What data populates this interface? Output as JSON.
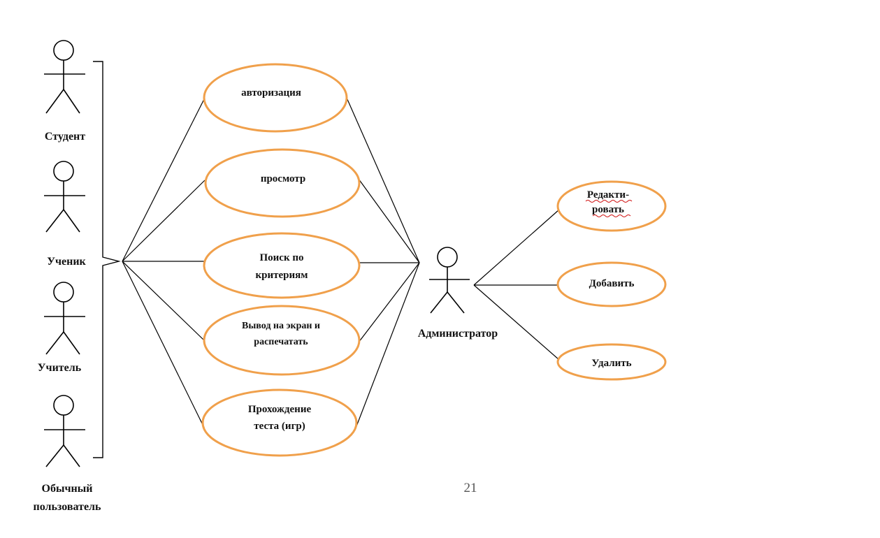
{
  "actors_left": [
    {
      "id": "student",
      "label": [
        "Студент"
      ]
    },
    {
      "id": "pupil",
      "label": [
        "Ученик"
      ]
    },
    {
      "id": "teacher",
      "label": [
        "Учитель"
      ]
    },
    {
      "id": "user",
      "label": [
        "Обычный",
        "пользователь"
      ]
    }
  ],
  "actor_right": {
    "id": "admin",
    "label": [
      "Администратор"
    ]
  },
  "use_cases": [
    {
      "id": "auth",
      "label": [
        "авторизация"
      ]
    },
    {
      "id": "view",
      "label": [
        "просмотр"
      ]
    },
    {
      "id": "search",
      "label": [
        "Поиск по",
        "критериям"
      ]
    },
    {
      "id": "print",
      "label": [
        "Вывод на экран и",
        "распечатать"
      ]
    },
    {
      "id": "test",
      "label": [
        "Прохождение",
        "теста (игр)"
      ]
    }
  ],
  "admin_cases": [
    {
      "id": "edit",
      "label": [
        "Редакти-",
        "ровать"
      ]
    },
    {
      "id": "add",
      "label": [
        "Добавить"
      ]
    },
    {
      "id": "delete",
      "label": [
        "Удалить"
      ]
    }
  ],
  "page_number": "21",
  "colors": {
    "ellipse_stroke": "#f0a04b",
    "line": "#000000",
    "spell_underline": "#d01010"
  }
}
